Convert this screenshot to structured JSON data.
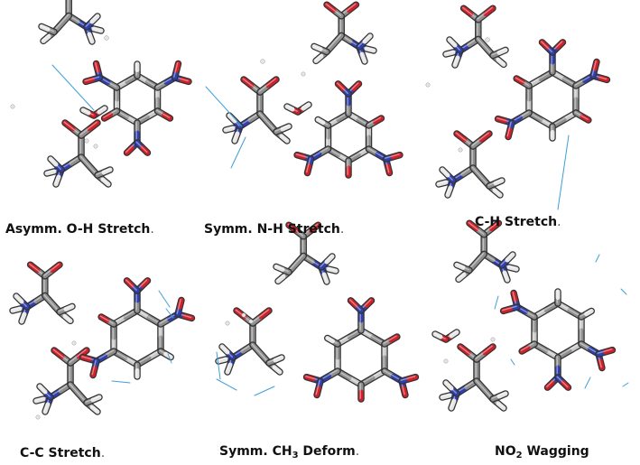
{
  "panels": [
    {
      "id": "p1",
      "label": "Asymm. O-H Stretch",
      "period": "."
    },
    {
      "id": "p2",
      "label": "Symm. N-H Stretch",
      "period": "."
    },
    {
      "id": "p3",
      "label": "C-H Stretch",
      "period": "."
    },
    {
      "id": "p4",
      "label": "C-C Stretch",
      "period": "."
    },
    {
      "id": "p5",
      "label_pre": "Symm. CH",
      "label_sub": "3",
      "label_post": " Deform",
      "period": "."
    },
    {
      "id": "p6",
      "label_pre": "NO",
      "label_sub": "2",
      "label_post": " Wagging",
      "period": ""
    }
  ],
  "colors": {
    "carbon": "#8f8f8f",
    "carbon_light": "#c9c9c9",
    "hydrogen": "#e6e6e6",
    "oxygen": "#d0202a",
    "nitrogen": "#2f3fae",
    "vibration_vector": "#3f9fd8"
  },
  "icons": [
    "molecular-structure",
    "vibration-vector-arrow"
  ]
}
